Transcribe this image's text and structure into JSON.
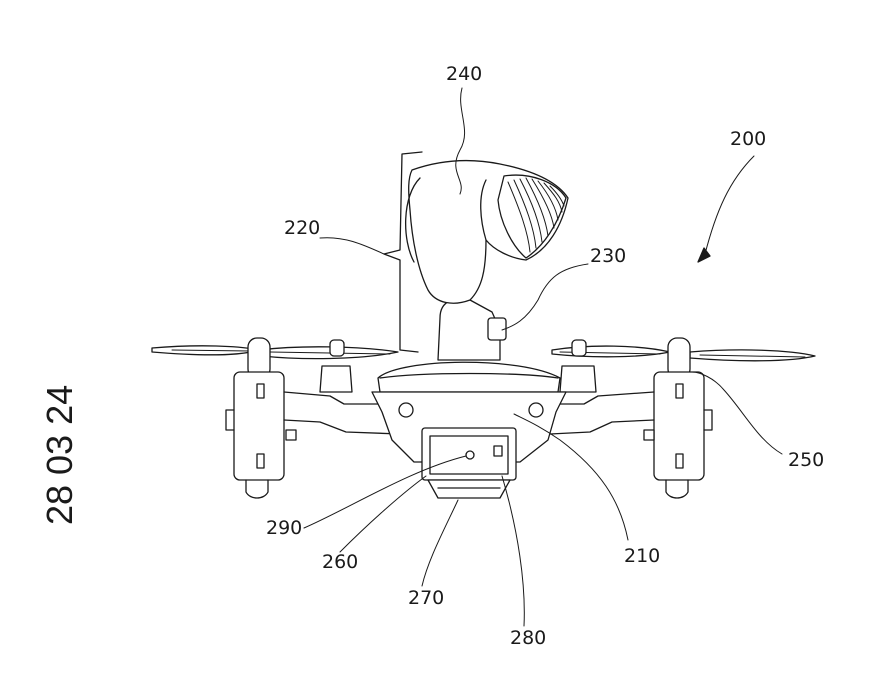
{
  "page_code": "28 03 24",
  "labels": {
    "l200": "200",
    "l210": "210",
    "l220": "220",
    "l230": "230",
    "l240": "240",
    "l250": "250",
    "l260": "260",
    "l270": "270",
    "l280": "280",
    "l290": "290"
  }
}
